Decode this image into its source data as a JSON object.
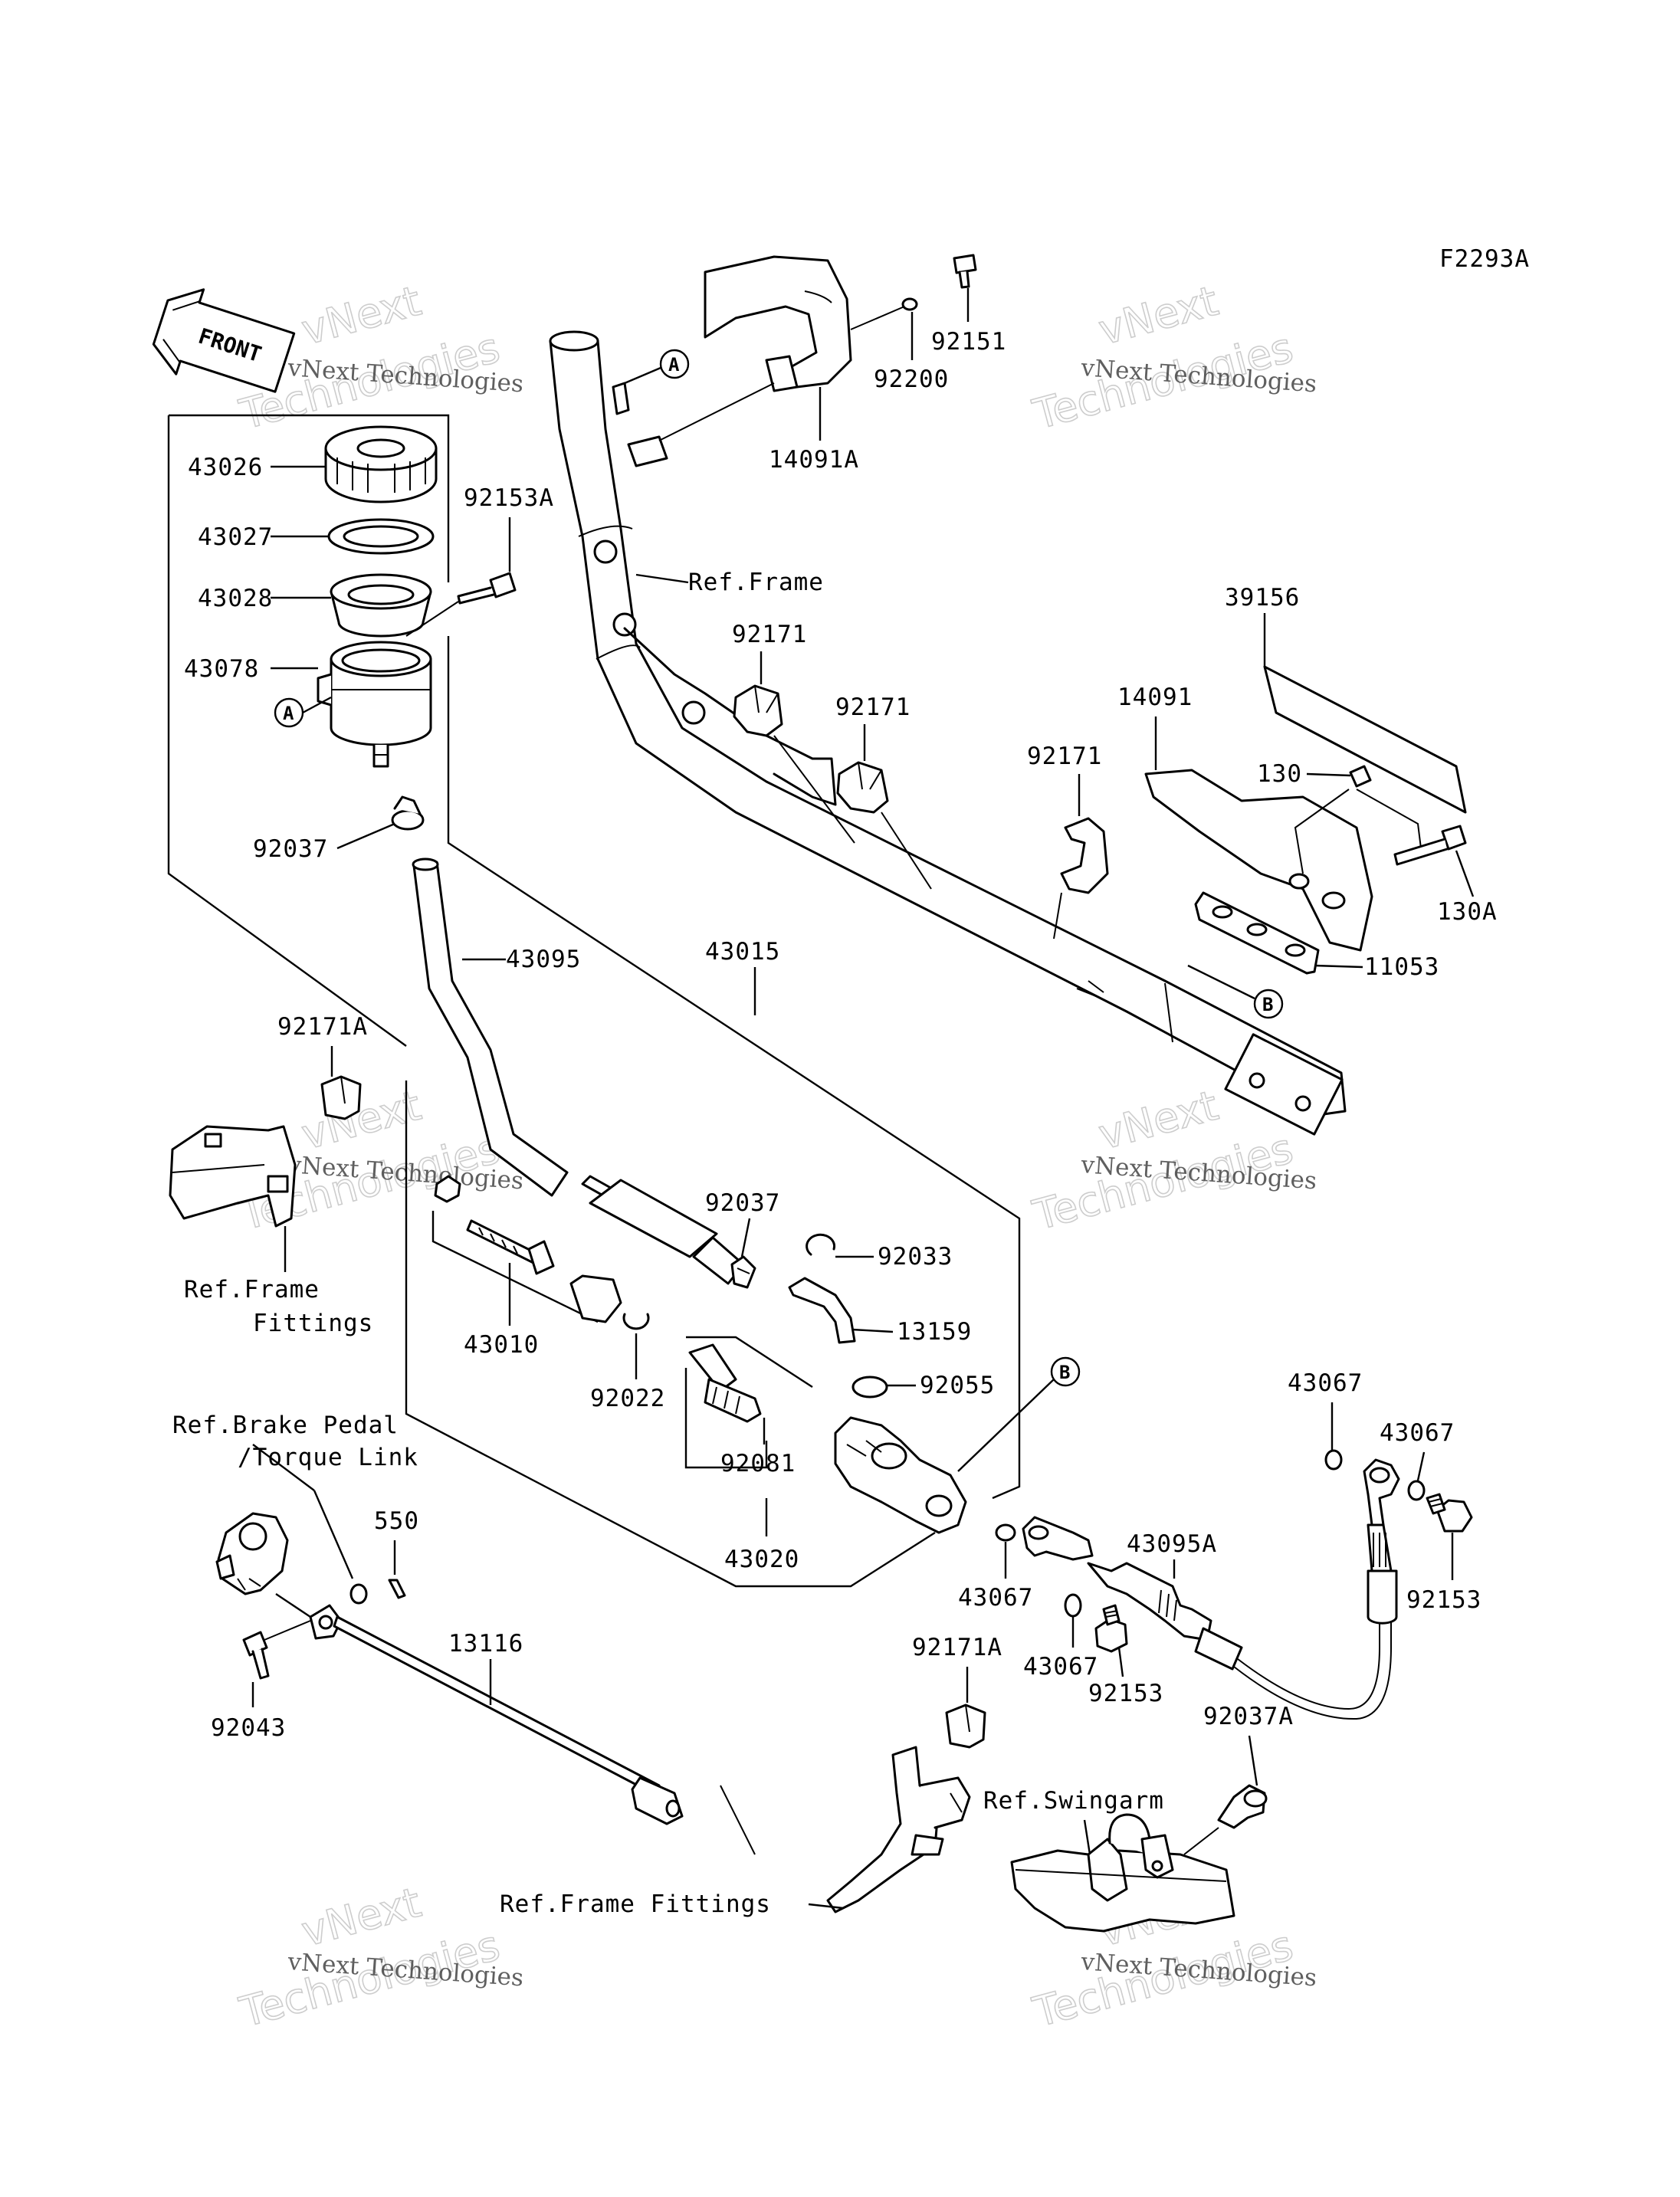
{
  "figure_code": "F2293A",
  "front_label": "FRONT",
  "watermark": {
    "company": "vNext Technologies",
    "word1": "vNext",
    "word2": "Technologies"
  },
  "callouts": {
    "a": "A",
    "b": "B"
  },
  "labels": {
    "p92151": "92151",
    "p92200": "92200",
    "p14091A": "14091A",
    "p43026": "43026",
    "p43027": "43027",
    "p43028": "43028",
    "p43078": "43078",
    "p92153A": "92153A",
    "p92037a": "92037",
    "p43095": "43095",
    "p43015": "43015",
    "p92171A_1": "92171A",
    "p92171_1": "92171",
    "p92171_2": "92171",
    "p92171_3": "92171",
    "p39156": "39156",
    "p14091": "14091",
    "p130": "130",
    "p130A": "130A",
    "p11053": "11053",
    "refFrame": "Ref.Frame",
    "refFrameFittings1": "Ref.Frame",
    "refFrameFittings2": "Fittings",
    "p43010": "43010",
    "p92037b": "92037",
    "p92033": "92033",
    "p13159": "13159",
    "p92055": "92055",
    "p92022": "92022",
    "p92081": "92081",
    "p43020": "43020",
    "refBrake1": "Ref.Brake Pedal",
    "refBrake2": "/Torque Link",
    "p550": "550",
    "p43067_1": "43067",
    "p43067_2": "43067",
    "p43067_3": "43067",
    "p43067_4": "43067",
    "p43095A": "43095A",
    "p92153_1": "92153",
    "p92153_2": "92153",
    "p13116": "13116",
    "p92043": "92043",
    "p92171A_2": "92171A",
    "p92037A": "92037A",
    "refSwingarm": "Ref.Swingarm",
    "refFrameFittings3": "Ref.Frame Fittings"
  }
}
